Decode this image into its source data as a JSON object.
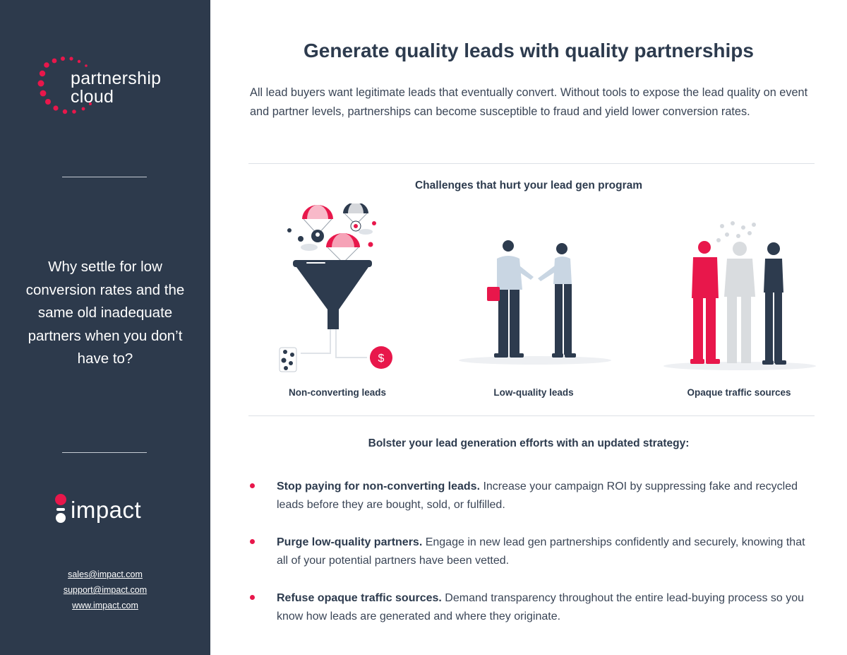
{
  "sidebar": {
    "logo_line1": "partnership",
    "logo_line2": "cloud",
    "tagline": "Why settle for low conversion rates and the same old inadequate partners when you don’t have to?",
    "impact_word": "impact",
    "contacts": [
      "sales@impact.com",
      "support@impact.com",
      "www.impact.com"
    ]
  },
  "main": {
    "title": "Generate quality leads with quality partnerships",
    "intro": "All lead buyers want legitimate leads that eventually convert. Without tools to expose the lead quality on event and partner levels, partnerships can become susceptible to fraud and yield lower conversion rates.",
    "challenges_title": "Challenges that hurt your lead gen program",
    "challenges": [
      {
        "caption": "Non-converting leads",
        "icon": "funnel-parachutes-icon"
      },
      {
        "caption": "Low-quality leads",
        "icon": "handshake-people-icon"
      },
      {
        "caption": "Opaque traffic sources",
        "icon": "hidden-person-icon"
      }
    ],
    "strategy_title": "Bolster your lead generation efforts with an updated strategy:",
    "bullets": [
      {
        "lead": "Stop paying for non-converting leads.",
        "text": " Increase your campaign ROI by suppressing fake and recycled leads before they are bought, sold, or fulfilled."
      },
      {
        "lead": "Purge low-quality partners.",
        "text": " Engage in new lead gen partnerships confidently and securely, knowing that all of your potential partners have been vetted."
      },
      {
        "lead": "Refuse opaque traffic sources.",
        "text": " Demand transparency throughout the entire lead-buying process so you know how leads are generated and where they originate."
      }
    ]
  },
  "colors": {
    "sidebar_bg": "#2d3a4c",
    "accent_red": "#e8174b",
    "navy": "#2d3b4e"
  },
  "icon_symbols": {
    "dollar": "$"
  }
}
